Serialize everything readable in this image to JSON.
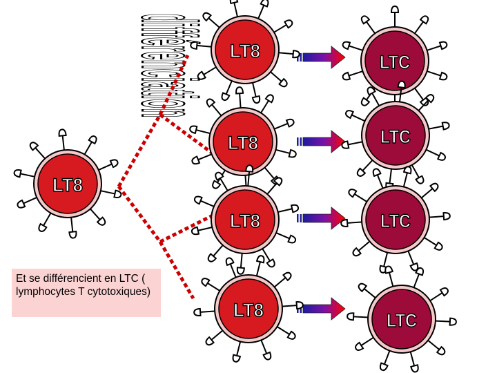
{
  "title": "différenciation",
  "caption": "Et se différencient en LTC ( lymphocytes T cytotoxiques)",
  "source_cell": {
    "label": "LT8"
  },
  "lt8_cells": [
    {
      "label": "LT8"
    },
    {
      "label": "LT8"
    },
    {
      "label": "LT8"
    },
    {
      "label": "LT8"
    }
  ],
  "ltc_cells": [
    {
      "label": "LTC"
    },
    {
      "label": "LTC"
    },
    {
      "label": "LTC"
    },
    {
      "label": "LTC"
    }
  ],
  "colors": {
    "lt8_fill": "#d71920",
    "ltc_fill": "#9c0b3a",
    "cell_ring": "#f4c9c9",
    "dotted_line": "#cc0000",
    "arrow_start": "#1c1ca0",
    "arrow_end": "#ff0000",
    "caption_bg": "#fcd3d3"
  }
}
